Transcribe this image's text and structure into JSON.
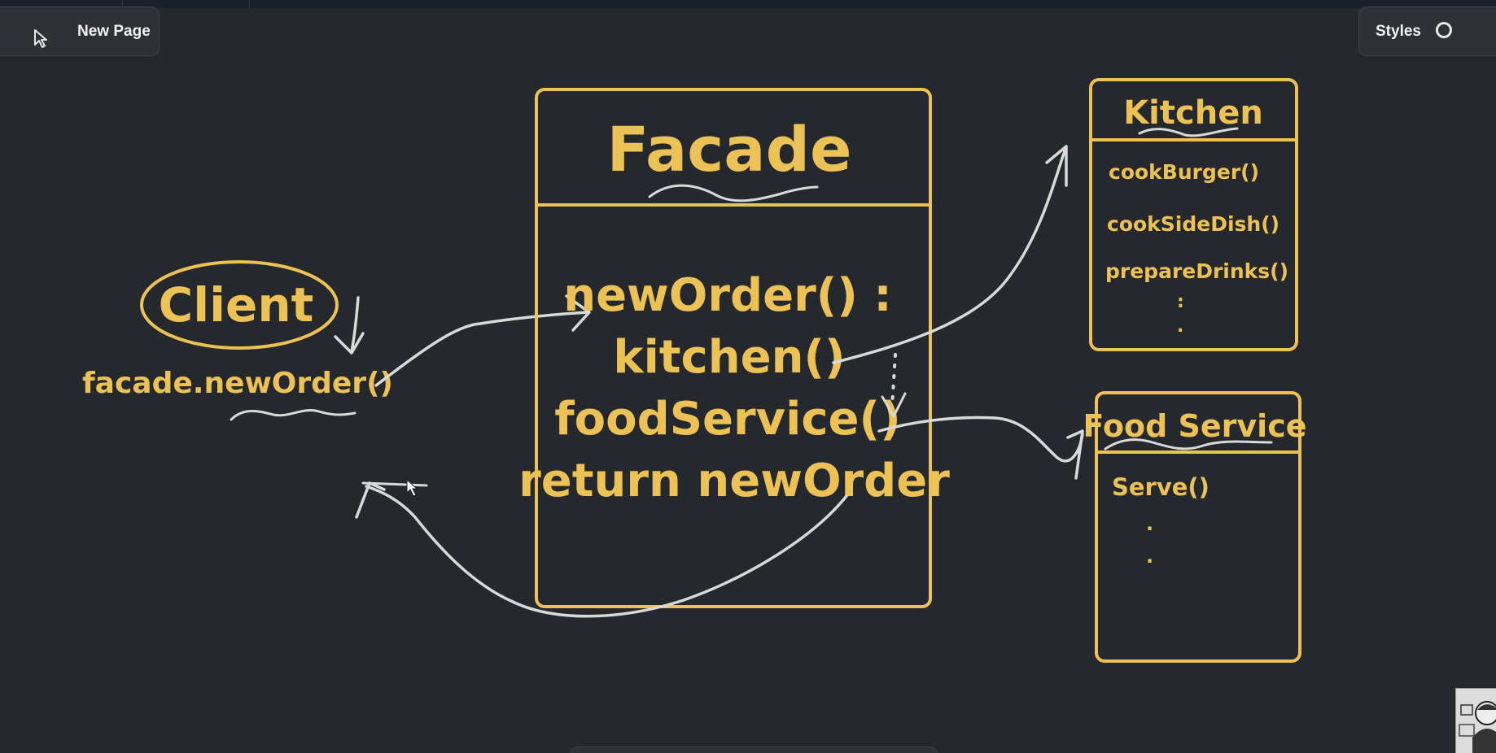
{
  "toolbar": {
    "page_name": "New Page",
    "styles_label": "Styles",
    "icons": [
      "cursor-icon",
      "ring-icon",
      "more-icon"
    ]
  },
  "diagram": {
    "colors": {
      "accent": "#ecc257",
      "arrow": "#d9d9d9",
      "background": "#25282c"
    },
    "client": {
      "title": "Client",
      "call": "facade.newOrder()"
    },
    "facade": {
      "title": "Facade",
      "lines": [
        "newOrder() :",
        "kitchen()",
        "foodService()",
        "return newOrder"
      ]
    },
    "kitchen": {
      "title": "Kitchen",
      "methods": [
        "cookBurger()",
        "cookSideDish()",
        "prepareDrinks()"
      ],
      "ellipsis": [
        ":",
        "."
      ]
    },
    "food_service": {
      "title": "Food Service",
      "methods": [
        "Serve()"
      ],
      "ellipsis": [
        ".",
        "."
      ]
    }
  }
}
